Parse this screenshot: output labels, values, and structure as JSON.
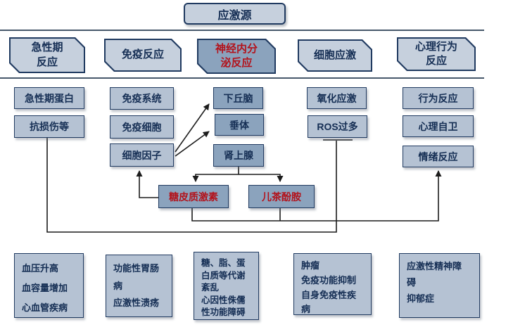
{
  "title": {
    "label": "应激源"
  },
  "headers": [
    {
      "label": "急性期\n反应"
    },
    {
      "label": "免疫反应"
    },
    {
      "label": "神经内分\n泌反应"
    },
    {
      "label": "细胞应激"
    },
    {
      "label": "心理行为\n反应"
    }
  ],
  "nodes": {
    "acute_phase_protein": "急性期蛋白",
    "anti_injury": "抗损伤等",
    "immune_system": "免疫系统",
    "immune_cells": "免疫细胞",
    "cytokines": "细胞因子",
    "hypothalamus": "下丘脑",
    "pituitary": "垂体",
    "adrenal_gland": "肾上腺",
    "glucocorticoids": "糖皮质激素",
    "catecholamines": "儿茶酚胺",
    "oxidative_stress": "氧化应激",
    "ros_excess": "ROS过多",
    "behavioral_response": "行为反应",
    "psychological_defense": "心理自卫",
    "emotional_response": "情绪反应"
  },
  "outcomes": [
    "血压升高\n血容量增加\n心血管疾病",
    "功能性胃肠\n病\n应激性溃疡",
    "糖、脂、蛋\n白质等代谢\n紊乱\n心因性侏儒\n性功能障碍",
    "肿瘤\n免疫功能抑制\n自身免疫性疾\n病",
    "应激性精神障\n碍\n抑郁症"
  ],
  "colors": {
    "box_fill_light": "#b5c2d3",
    "box_fill_dark": "#8ba3bd",
    "box_border": "#203a60",
    "text_dark": "#152e54",
    "text_red": "#b3121b",
    "rule_line": "#47586b",
    "connector": "#1c1c1c",
    "header_fill": "#c6d0dd",
    "canvas_bg": "#ffffff"
  }
}
